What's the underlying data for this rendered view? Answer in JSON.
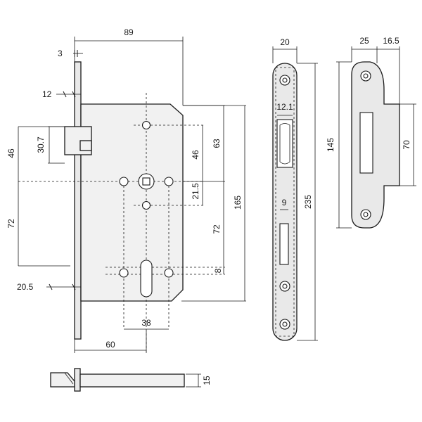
{
  "diagram": {
    "dimensions": {
      "case_depth": "89",
      "faceplate_thickness": "3",
      "faceplate_edge": "12",
      "latch_height": "30.7",
      "upper_offset": "46",
      "lower_offset": "72",
      "key_offset": "20.5",
      "backset": "60",
      "cylinder_spacing": "38",
      "spindle_to_screw": "63",
      "screw_spacing": "46",
      "spindle_to_hole": "21.5",
      "spindle_to_cylinder": "72",
      "cylinder_offset": "8",
      "case_height": "165",
      "faceplate_width": "20",
      "latch_window": "12.1",
      "bolt_window": "9",
      "faceplate_height": "235",
      "strike_depth": "25",
      "strike_lip": "16.5",
      "strike_height": "145",
      "strike_opening": "70",
      "body_thickness": "15"
    }
  }
}
